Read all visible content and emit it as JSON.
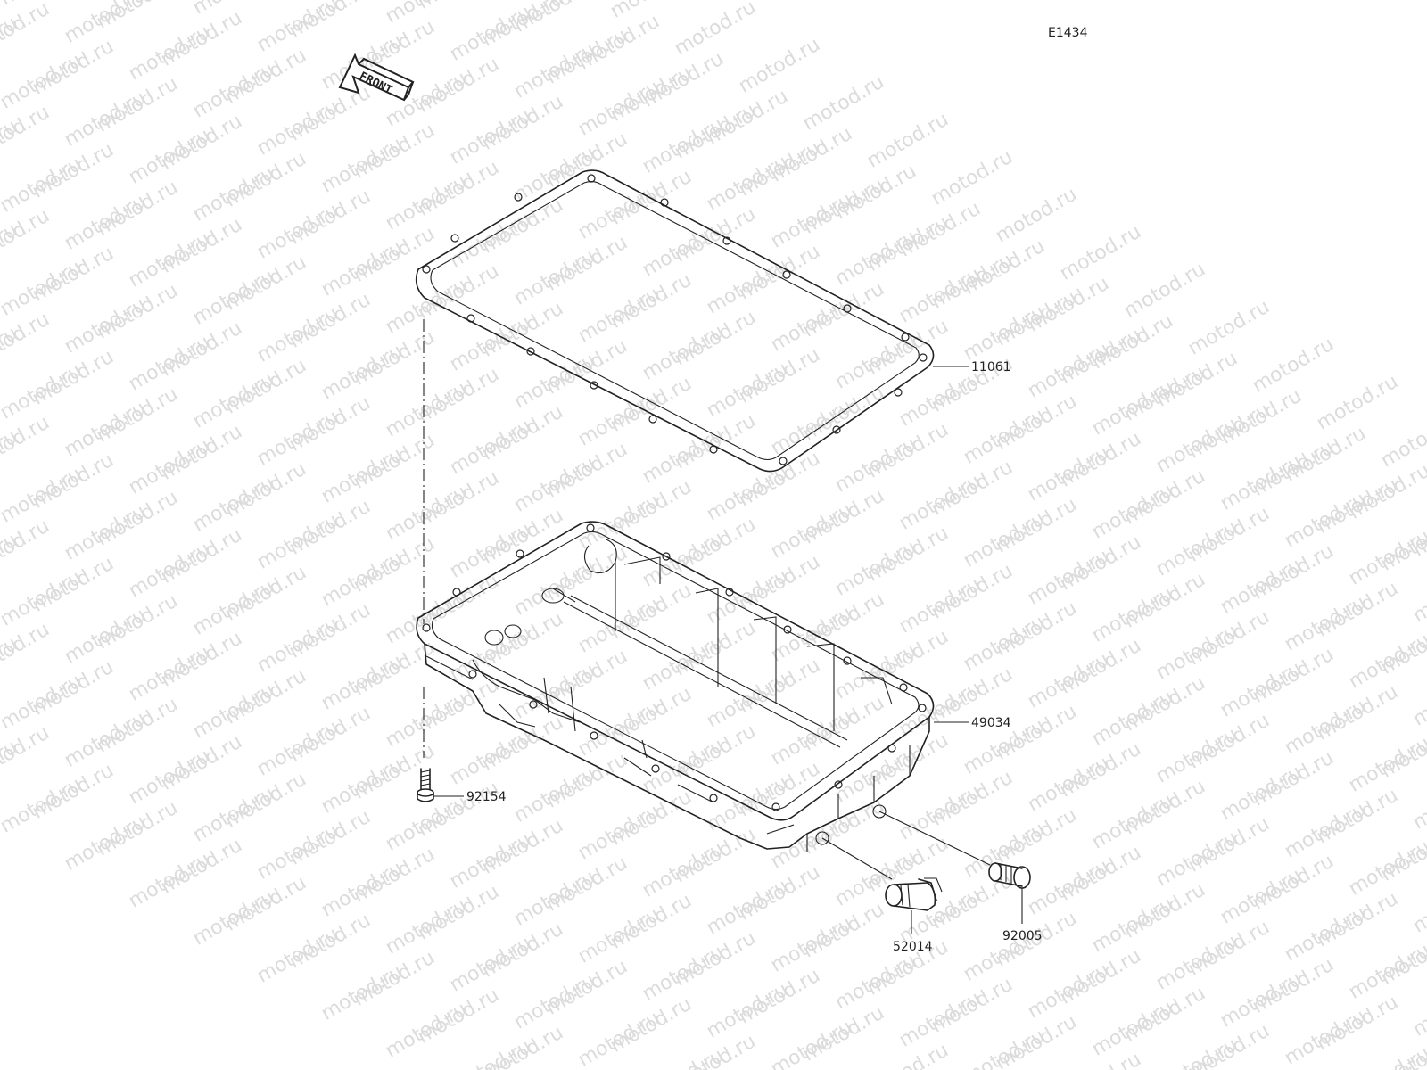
{
  "diagram": {
    "code": "E1434",
    "front_arrow_label": "FRONT",
    "watermark": "motod.ru",
    "callouts": {
      "gasket": "11061",
      "oil_pan": "49034",
      "bolt": "92154",
      "fitting": "52014",
      "plug": "92005"
    }
  },
  "colors": {
    "line": "#222222",
    "watermark": "#dcdcdc",
    "background": "#ffffff"
  }
}
